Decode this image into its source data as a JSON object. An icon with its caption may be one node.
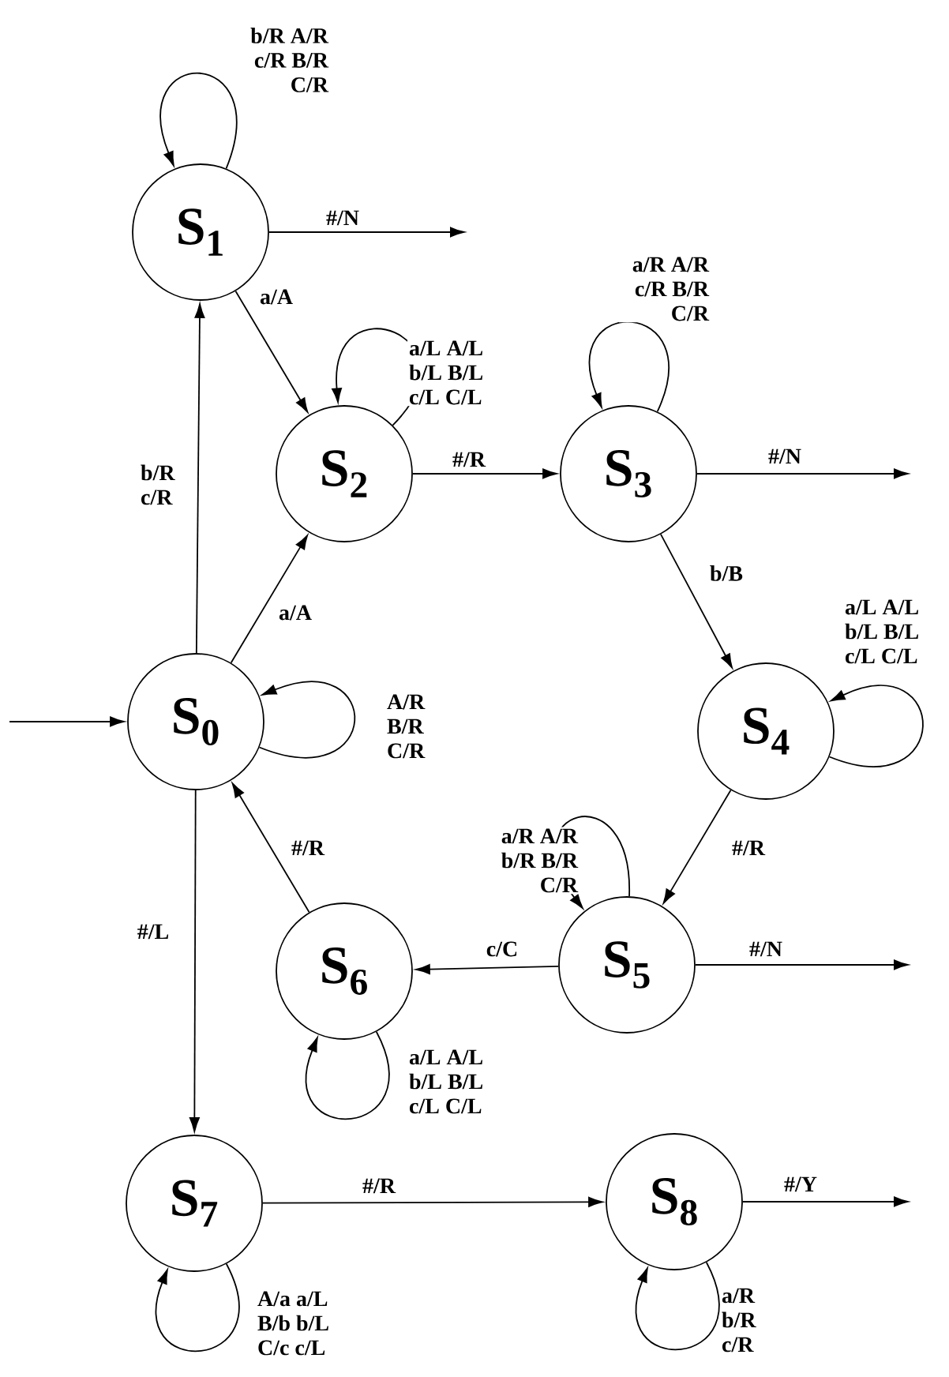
{
  "diagram": {
    "nodes": [
      {
        "text": [
          "S$_{0}$"
        ]
      },
      {
        "text": [
          "S$_{1}$"
        ]
      },
      {
        "text": [
          "S$_{2}$"
        ]
      },
      {
        "text": [
          "S$_{3}$"
        ]
      },
      {
        "text": [
          "S$_{4}$"
        ]
      },
      {
        "text": [
          "S$_{5}$"
        ]
      },
      {
        "text": [
          "S$_{6}$"
        ]
      },
      {
        "text": [
          "S$_{7}$"
        ]
      },
      {
        "text": [
          "S$_{8}$"
        ]
      }
    ],
    "edges": [
      {
        "from": 1,
        "to": 1,
        "arrow": "to",
        "label": "b/R A/R c/R B/R C/R"
      },
      {
        "from": 1,
        "to": null,
        "arrow": "to",
        "label": "#/N"
      },
      {
        "from": 1,
        "to": 2,
        "arrow": "to",
        "label": "a/A"
      },
      {
        "from": 2,
        "to": 2,
        "arrow": "to",
        "label": "a/L A/L b/L B/L c/L C/L"
      },
      {
        "from": 0,
        "to": 1,
        "arrow": "to",
        "label": "b/R c/R"
      },
      {
        "from": 0,
        "to": 2,
        "arrow": "to",
        "label": "a/A"
      },
      {
        "from": 0,
        "to": 0,
        "arrow": "to",
        "label": "A/R B/R C/R"
      },
      {
        "from": 2,
        "to": 3,
        "arrow": "to",
        "label": "#/R"
      },
      {
        "from": 3,
        "to": 3,
        "arrow": "to",
        "label": "a/R A/R c/R B/R C/R"
      },
      {
        "from": 3,
        "to": null,
        "arrow": "to",
        "label": "#/N"
      },
      {
        "from": 3,
        "to": 4,
        "arrow": "to",
        "label": "b/B"
      },
      {
        "from": 4,
        "to": 4,
        "arrow": "to",
        "label": "a/L A/L b/L B/L c/L C/L"
      },
      {
        "from": 4,
        "to": 5,
        "arrow": "to",
        "label": "#/R"
      },
      {
        "from": 5,
        "to": 5,
        "arrow": "to",
        "label": "a/R A/R b/R B/R C/R"
      },
      {
        "from": 5,
        "to": 6,
        "arrow": "to",
        "label": "c/C"
      },
      {
        "from": 5,
        "to": null,
        "arrow": "to",
        "label": "#/N"
      },
      {
        "from": 6,
        "to": 0,
        "arrow": "to",
        "label": "#/R"
      },
      {
        "from": 6,
        "to": 6,
        "arrow": "to",
        "label": "a/L A/L b/L B/L c/L C/L"
      },
      {
        "from": null,
        "to": 0,
        "arrow": "to"
      },
      {
        "from": 0,
        "to": 7,
        "arrow": "to",
        "label": "#/L"
      },
      {
        "from": 7,
        "to": 7,
        "arrow": "to",
        "label": "A/a a/L B/b b/L C/c c/L"
      },
      {
        "from": 7,
        "to": 8,
        "arrow": "to",
        "label": "#/R"
      },
      {
        "from": 8,
        "to": null,
        "arrow": "to",
        "label": "#/Y"
      },
      {
        "from": 8,
        "to": 8,
        "arrow": "to",
        "label": "a/R b/R c/R"
      }
    ]
  }
}
